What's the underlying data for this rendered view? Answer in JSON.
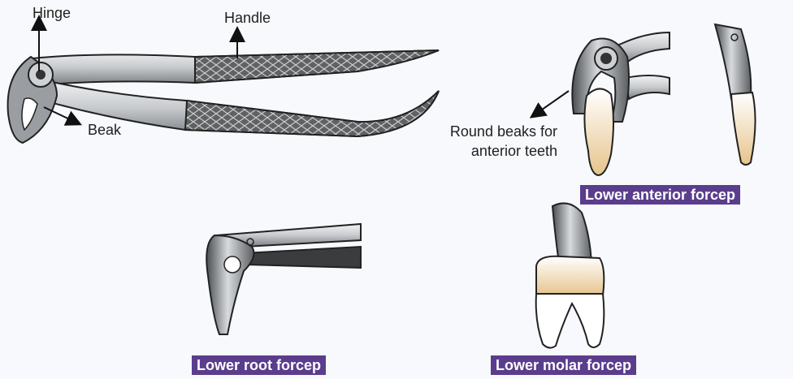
{
  "labels": {
    "hinge": "Hinge",
    "handle": "Handle",
    "beak": "Beak",
    "round_beaks_line1": "Round beaks for",
    "round_beaks_line2": "anterior teeth"
  },
  "captions": {
    "lower_anterior": "Lower anterior forcep",
    "lower_root": "Lower root forcep",
    "lower_molar": "Lower molar forcep"
  },
  "colors": {
    "background": "#f7f9fc",
    "caption_bg": "#5a3d8c",
    "caption_text": "#ffffff",
    "metal_dark": "#3c3c3c",
    "metal_light": "#d9dcde",
    "grip": "#6a6a6a",
    "tooth_enamel": "#ffffff",
    "tooth_root": "#e8c88f",
    "outline": "#222222"
  }
}
